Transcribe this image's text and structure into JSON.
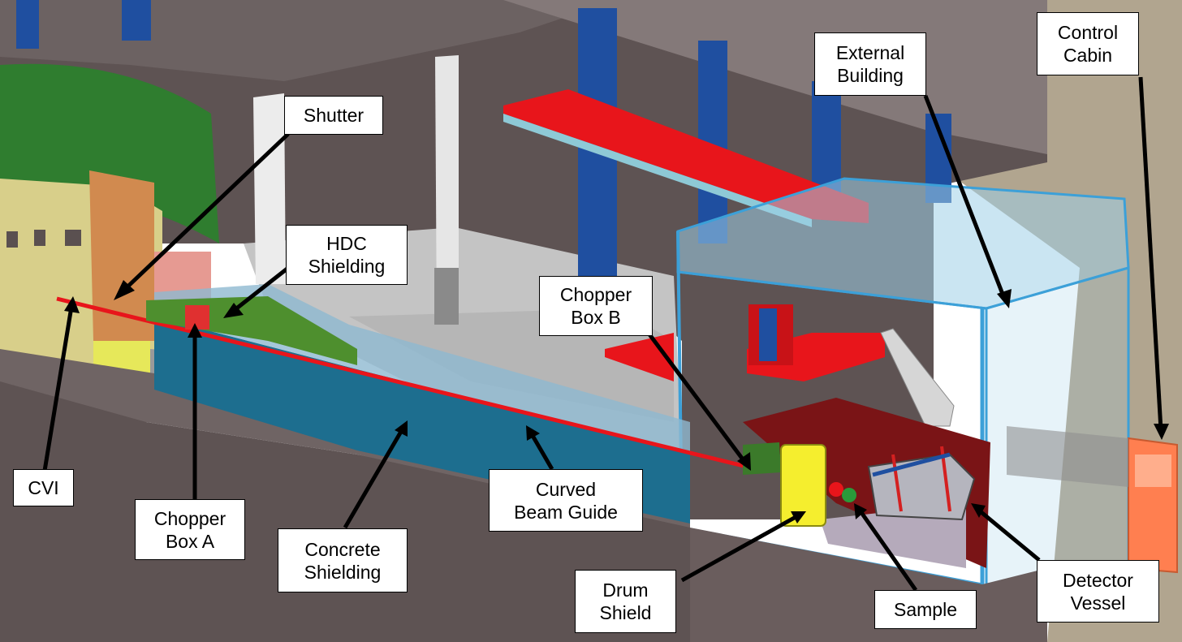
{
  "labels": {
    "shutter": "Shutter",
    "hdc_shielding": "HDC\nShielding",
    "chopper_box_b": "Chopper\nBox B",
    "external_building": "External\nBuilding",
    "control_cabin": "Control\nCabin",
    "cvi": "CVI",
    "chopper_box_a": "Chopper\nBox A",
    "concrete_shielding": "Concrete\nShielding",
    "curved_beam_guide": "Curved\nBeam Guide",
    "drum_shield": "Drum\nShield",
    "sample": "Sample",
    "detector_vessel": "Detector\nVessel"
  },
  "colors": {
    "wall_dark": "#5e5353",
    "wall_top": "#6a5e5e",
    "floor_grey": "#c8c8c8",
    "outdoor_tan": "#b1a58f",
    "steel_blue": "#1f4fa0",
    "red_beam": "#e8151b",
    "glass_blue": "#9fd0e8",
    "guide_teal": "#1d6e8f",
    "shield_green": "#2f7d2f",
    "concrete_yellow": "#f0e86a",
    "copper": "#d18a4f",
    "cabin_orange": "#ff7f50",
    "vessel_darkred": "#7a1416",
    "arrow": "#000000"
  }
}
